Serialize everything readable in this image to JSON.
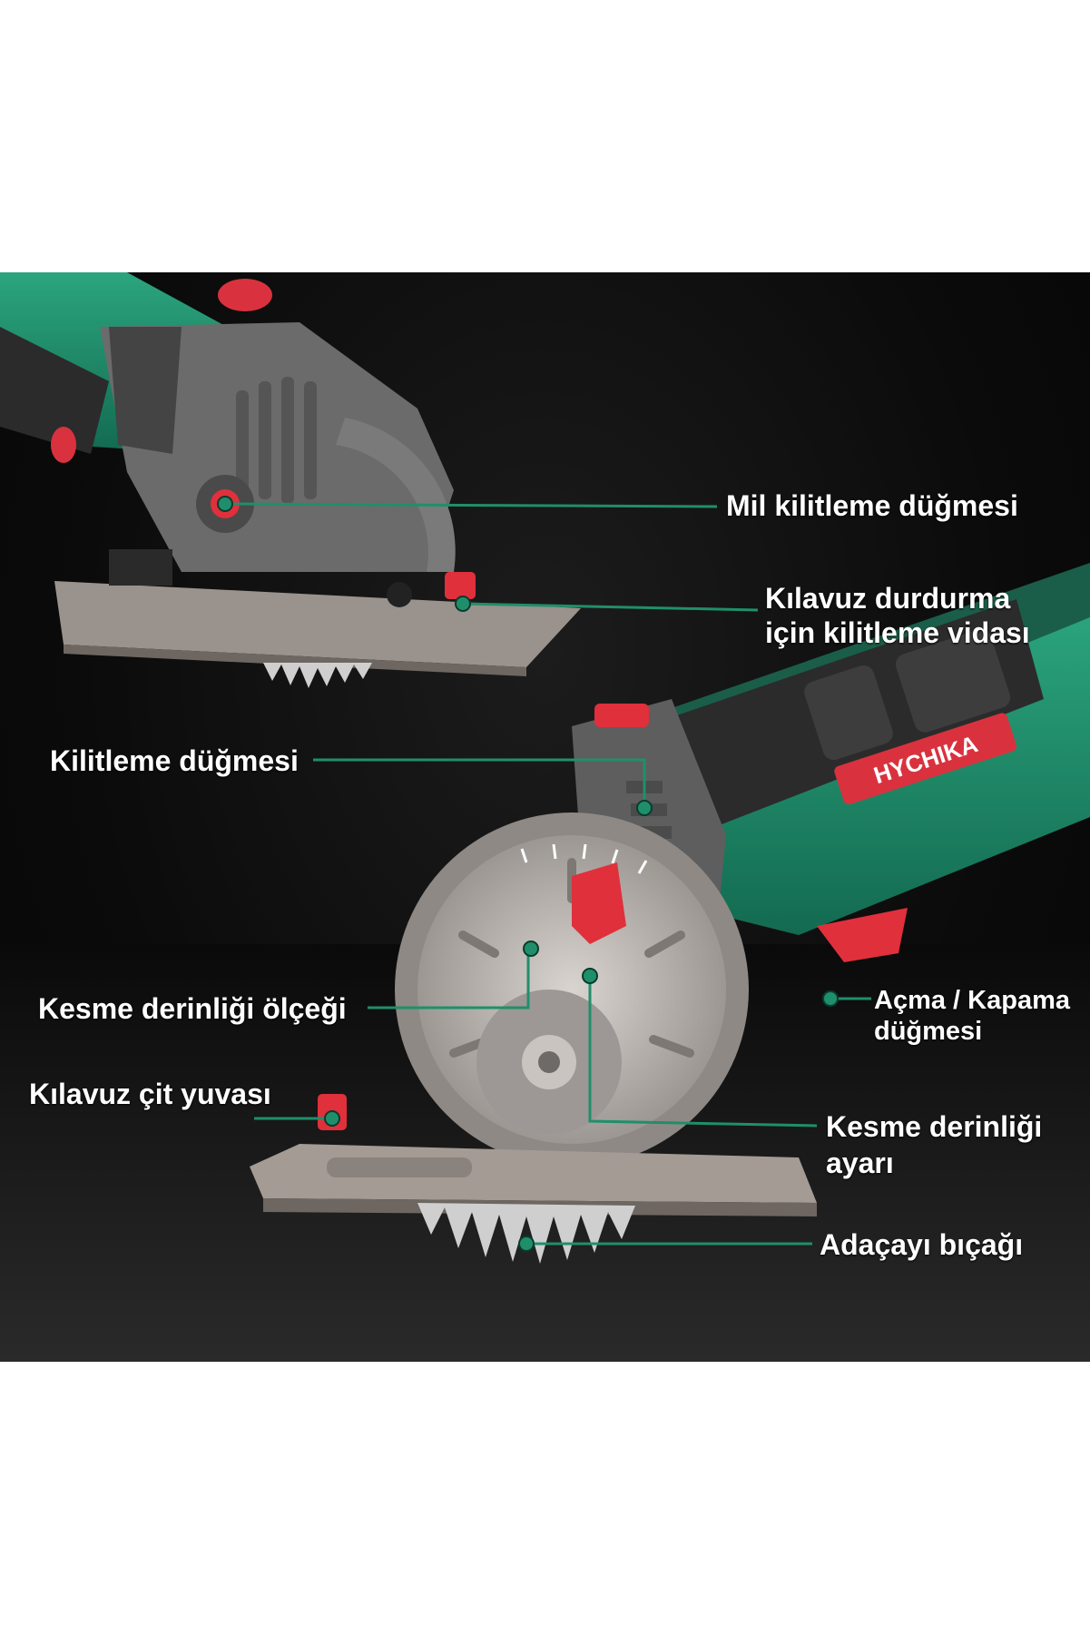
{
  "callouts": {
    "spindle_lock": "Mil kilitleme düğmesi",
    "guide_stop_line1": "Kılavuz durdurma",
    "guide_stop_line2": "için kilitleme vidası",
    "lock_button": "Kilitleme düğmesi",
    "depth_scale": "Kesme derinliği ölçeği",
    "fence_slot": "Kılavuz çit yuvası",
    "power_line1": "Açma / Kapama",
    "power_line2": "düğmesi",
    "depth_adjust_line1": "Kesme derinliği",
    "depth_adjust_line2": "ayarı",
    "blade": "Adaçayı bıçağı"
  },
  "brand": {
    "logo": "HYCHIKA"
  },
  "colors": {
    "background": "#0b0b0b",
    "leader_line": "#1f8f6b",
    "tool_green": "#1e8c6a",
    "tool_red": "#e0303c",
    "tool_grey": "#5a5a5a",
    "label_text": "#ffffff"
  }
}
